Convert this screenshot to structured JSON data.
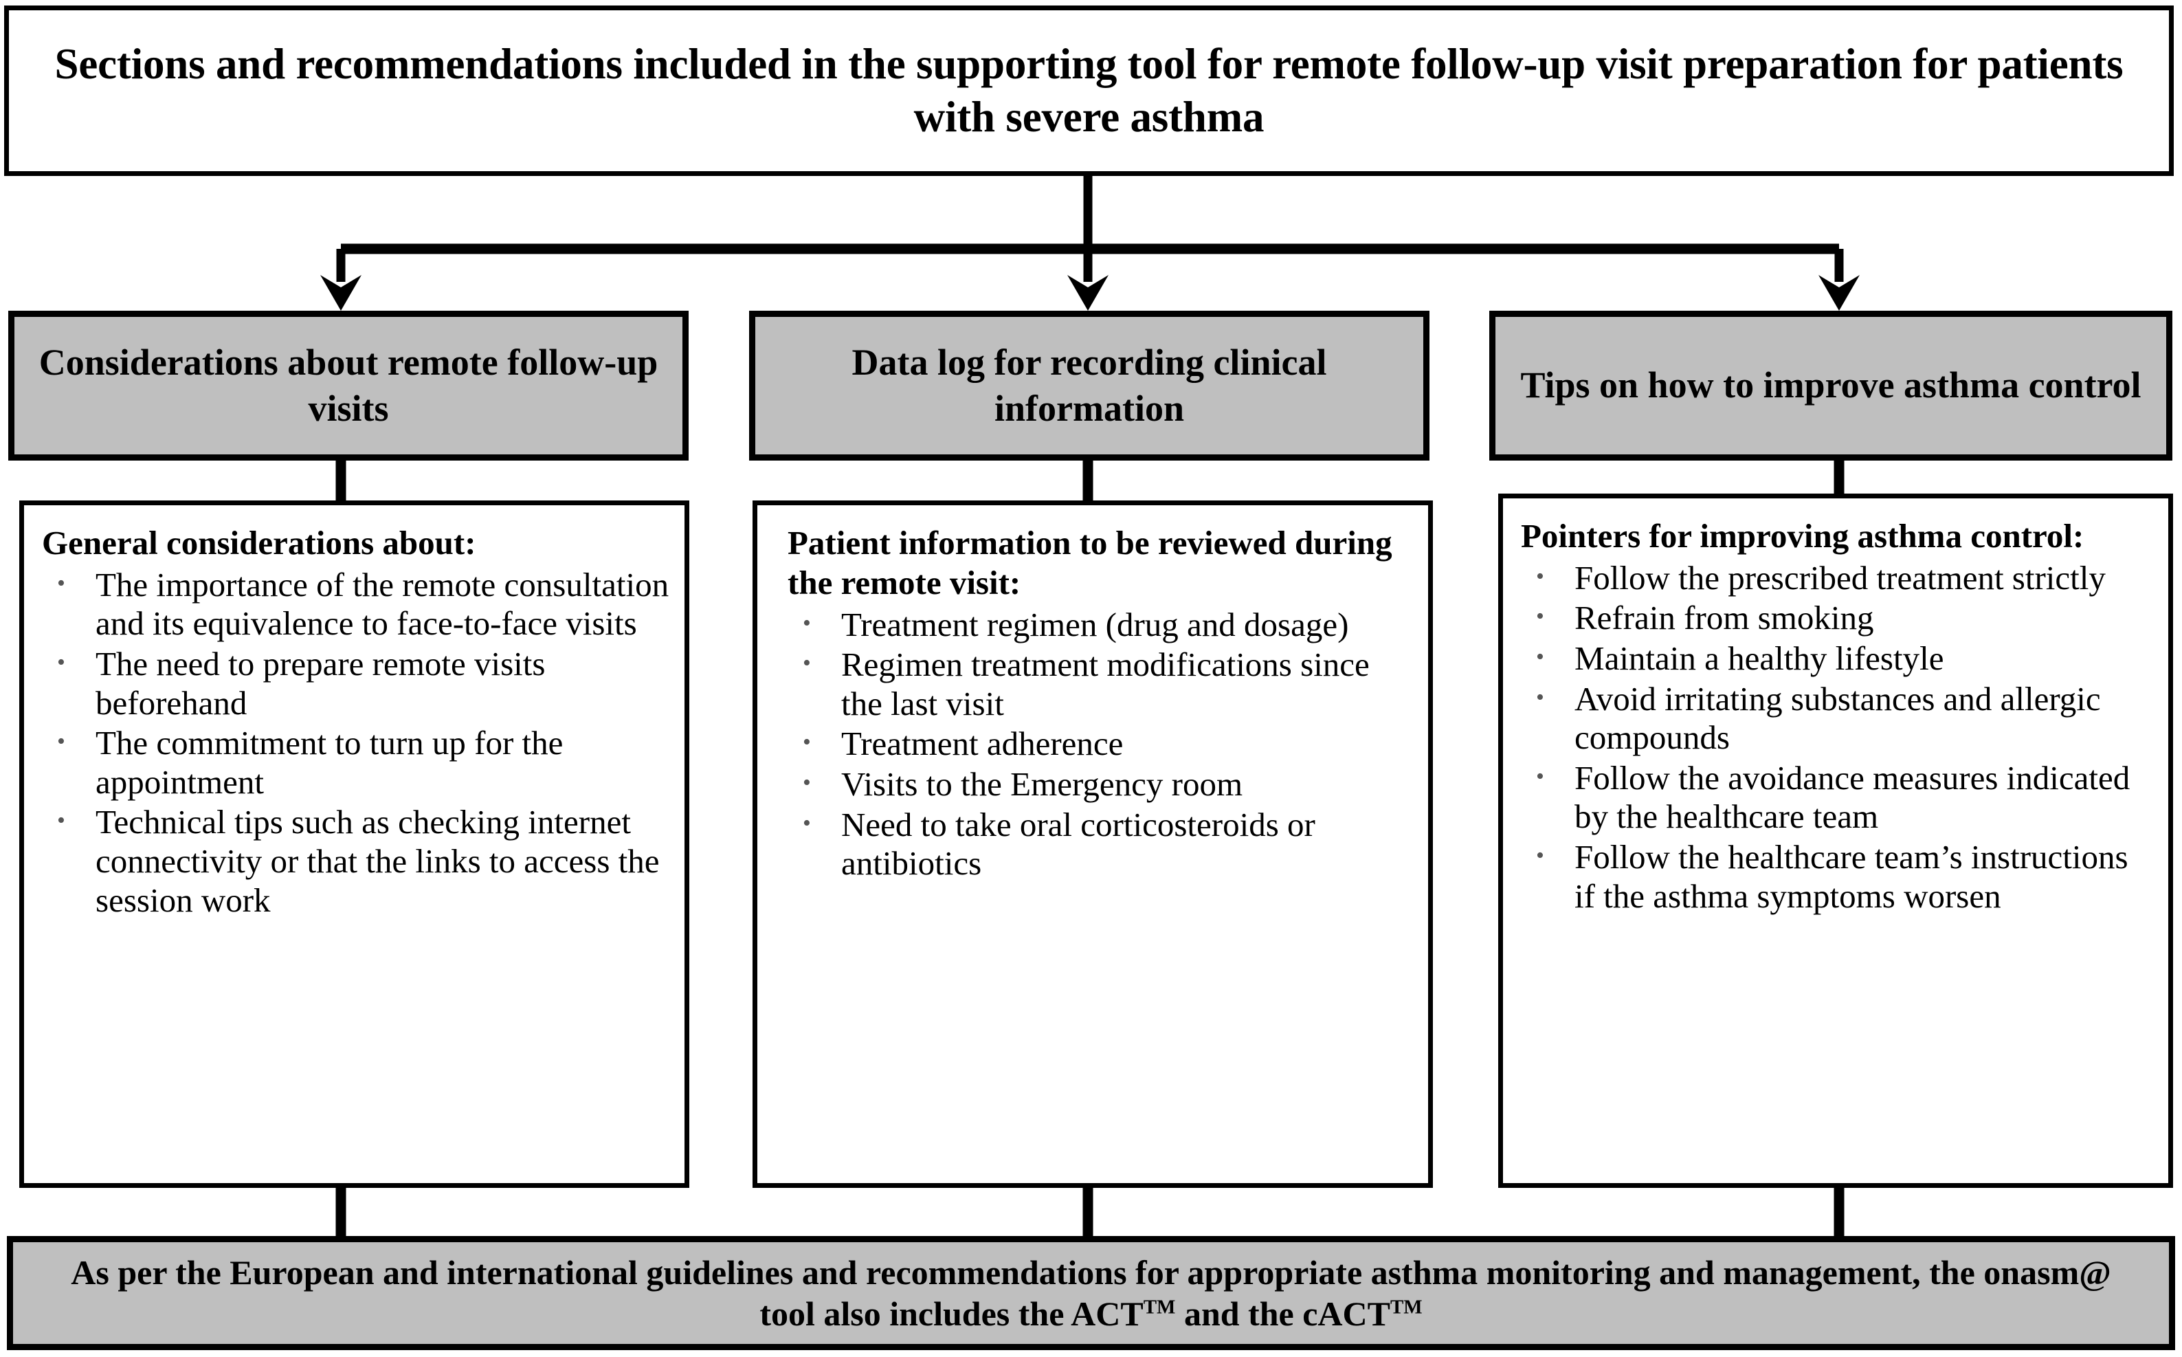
{
  "figure": {
    "title": "Sections and recommendations included in the supporting tool for remote follow-up visit preparation for patients with severe asthma",
    "colors": {
      "box_fill_grey": "#BFBFBF",
      "box_fill_white": "#FFFFFF",
      "border": "#000000",
      "bullet": "#555555"
    }
  },
  "columns": [
    {
      "header": "Considerations about remote follow-up visits",
      "body_heading": "General considerations about:",
      "bullets": [
        "The importance of the remote consultation and its equivalence to face-to-face visits",
        "The need to prepare remote visits beforehand",
        "The commitment to turn up for the appointment",
        "Technical tips such as checking internet connectivity or that the links to access the session work"
      ]
    },
    {
      "header": "Data log for recording clinical information",
      "body_heading": "Patient information to be reviewed during the remote visit:",
      "bullets": [
        "Treatment regimen (drug and dosage)",
        "Regimen treatment modifications since the last visit",
        "Treatment adherence",
        "Visits to the Emergency room",
        "Need to take oral corticosteroids or antibiotics"
      ]
    },
    {
      "header": "Tips on how to improve asthma control",
      "body_heading": "Pointers for improving asthma control:",
      "bullets": [
        "Follow the prescribed treatment strictly",
        "Refrain from smoking",
        "Maintain a healthy lifestyle",
        "Avoid irritating substances and allergic compounds",
        "Follow the avoidance measures indicated by the healthcare team",
        "Follow the healthcare team’s instructions if the asthma symptoms worsen"
      ]
    }
  ],
  "footer": {
    "part1": "As per the European and international guidelines and recommendations for appropriate asthma monitoring and management, the onasm@ tool also includes the ACT",
    "sup1": "TM",
    "part2": " and the cACT",
    "sup2": "TM"
  }
}
